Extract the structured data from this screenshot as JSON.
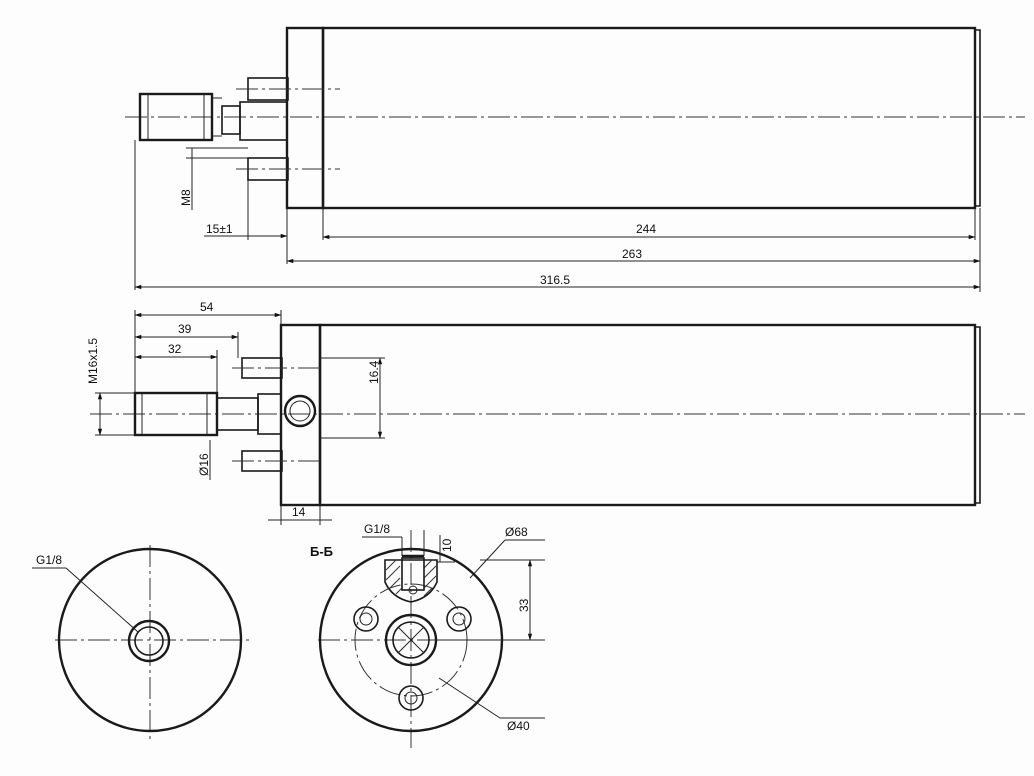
{
  "labels": {
    "m8": "M8",
    "d15": "15±1",
    "d244": "244",
    "d263": "263",
    "d316": "316.5",
    "d54": "54",
    "d39": "39",
    "d32": "32",
    "m16": "M16x1.5",
    "d16_4": "16.4",
    "phi16": "Ø16",
    "d14": "14",
    "g18_left": "G1/8",
    "section": "Б-Б",
    "g18_section": "G1/8",
    "d10": "10",
    "phi68": "Ø68",
    "d33": "33",
    "phi40": "Ø40"
  }
}
